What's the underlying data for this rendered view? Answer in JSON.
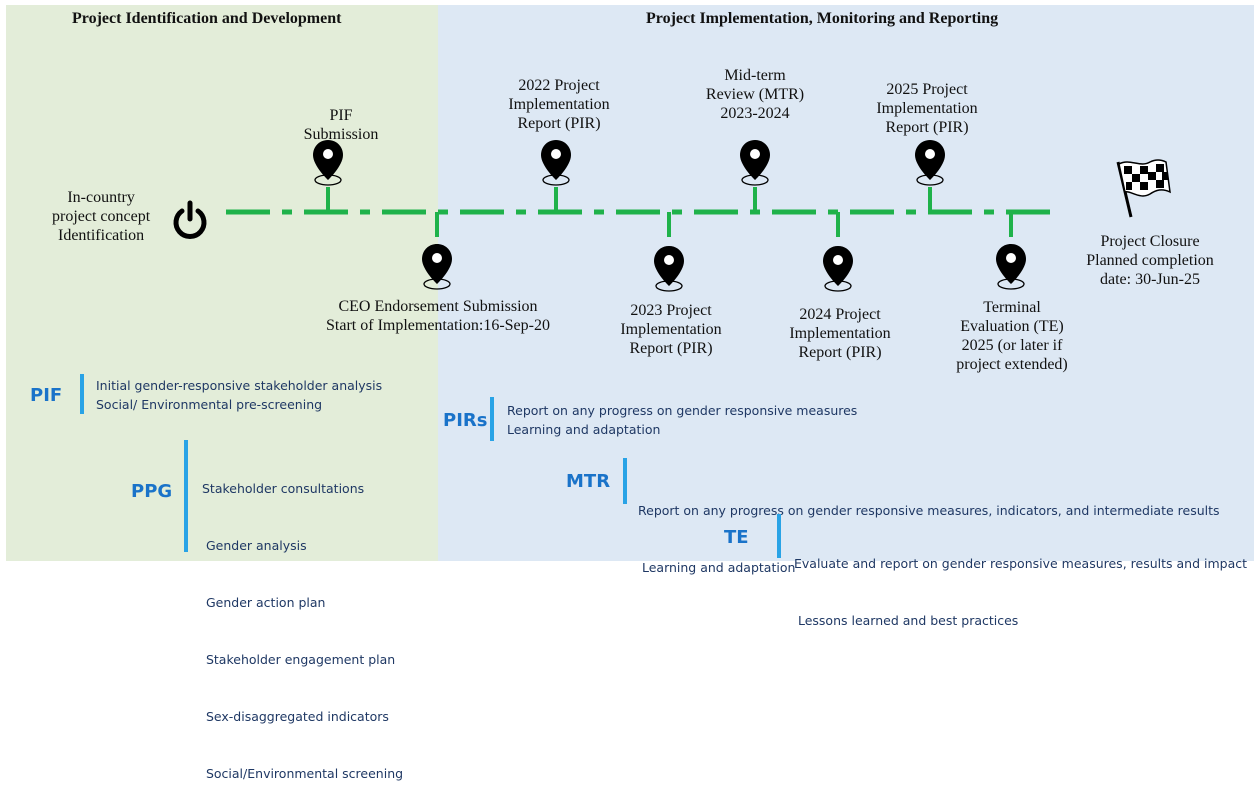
{
  "phases": {
    "left_title": "Project Identification and Development",
    "right_title": "Project Implementation, Monitoring and Reporting"
  },
  "milestones": {
    "start": [
      "In-country",
      "project concept",
      "Identification"
    ],
    "pif": [
      "PIF",
      "Submission"
    ],
    "ceo": [
      "CEO Endorsement Submission",
      "Start of Implementation:16-Sep-20"
    ],
    "pir2022": [
      "2022 Project",
      "Implementation",
      "Report (PIR)"
    ],
    "pir2023": [
      "2023 Project",
      "Implementation",
      "Report (PIR)"
    ],
    "mtr": [
      "Mid-term",
      "Review (MTR)",
      "2023-2024"
    ],
    "pir2024": [
      "2024 Project",
      "Implementation",
      "Report (PIR)"
    ],
    "pir2025": [
      "2025 Project",
      "Implementation",
      "Report (PIR)"
    ],
    "te": [
      "Terminal",
      "Evaluation (TE)",
      "2025 (or later if",
      "project extended)"
    ],
    "closure": [
      "Project Closure",
      "Planned completion",
      "date: 30-Jun-25"
    ]
  },
  "icons": {
    "start": "power-icon",
    "milestone": "map-pin-icon",
    "closure": "checkered-flag-icon"
  },
  "colors": {
    "timeline": "#1fb24a",
    "left_panel": "#e3edd9",
    "right_panel": "#dde8f4",
    "section_label": "#1a73c9",
    "accent_bar": "#29a3e6",
    "item_text": "#1f3864"
  },
  "sections": {
    "pif": {
      "label": "PIF",
      "items": [
        "Initial gender-responsive stakeholder analysis",
        "Social/ Environmental pre-screening"
      ]
    },
    "ppg": {
      "label": "PPG",
      "items": [
        "Stakeholder consultations",
        " Gender analysis",
        " Gender action plan",
        " Stakeholder engagement plan",
        " Sex-disaggregated indicators",
        " Social/Environmental screening"
      ]
    },
    "pirs": {
      "label": "PIRs",
      "items": [
        "Report on any progress on gender responsive measures",
        "Learning and adaptation"
      ]
    },
    "mtr": {
      "label": "MTR",
      "items": [
        "Report on any progress on gender responsive measures, indicators, and intermediate results",
        " Learning and adaptation"
      ]
    },
    "te": {
      "label": "TE",
      "items": [
        "Evaluate and report on gender responsive measures, results and impact",
        " Lessons learned and best practices"
      ]
    }
  }
}
